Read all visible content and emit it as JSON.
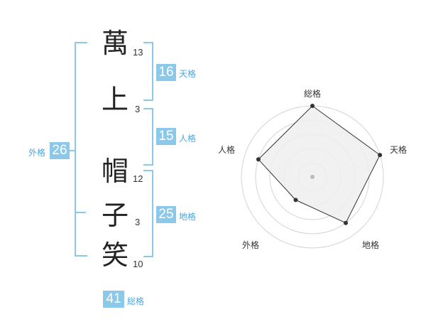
{
  "name": {
    "chars": [
      {
        "char": "萬",
        "strokes": "13"
      },
      {
        "char": "上",
        "strokes": "3"
      },
      {
        "char": "帽",
        "strokes": "12"
      },
      {
        "char": "子",
        "strokes": "3"
      },
      {
        "char": "笑",
        "strokes": "10"
      }
    ]
  },
  "kakusu": {
    "tenkaku": {
      "value": "16",
      "label": "天格"
    },
    "jinkaku": {
      "value": "15",
      "label": "人格"
    },
    "chikaku": {
      "value": "25",
      "label": "地格"
    },
    "gaikaku": {
      "value": "26",
      "label": "外格"
    },
    "soukaku": {
      "value": "41",
      "label": "総格"
    }
  },
  "chart_data": {
    "type": "radar",
    "axes": [
      "総格",
      "天格",
      "地格",
      "外格",
      "人格"
    ],
    "values": [
      5,
      5,
      4,
      2,
      4
    ],
    "max": 5,
    "grid": true,
    "colors": {
      "fill": "#efefef",
      "line": "#333333",
      "grid": "#d4d4d4",
      "point": "#333333",
      "center": "#bbbbbb"
    }
  },
  "colors": {
    "accent": "#8cc8ea",
    "label": "#4aa8df"
  }
}
